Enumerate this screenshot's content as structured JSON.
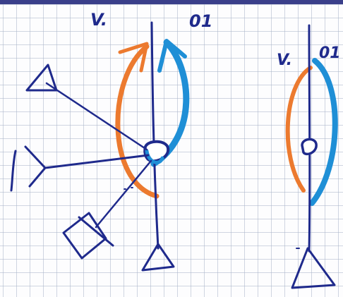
{
  "left_figure": {
    "label_left": "V.",
    "label_right": "01"
  },
  "right_figure": {
    "label_left": "V.",
    "label_right": "01"
  },
  "colors": {
    "ink": "#1f2a8c",
    "orange": "#ec7a2f",
    "blue": "#1f8fd6",
    "grid": "#aab4c8",
    "top_strip": "#3a3f8a"
  }
}
